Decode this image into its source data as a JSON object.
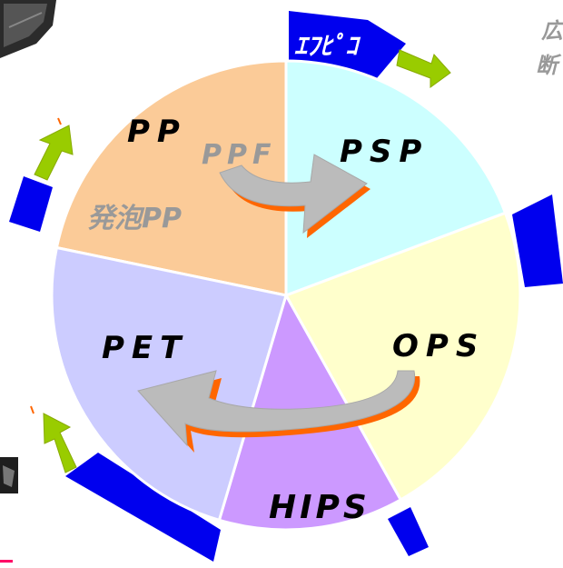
{
  "colors": {
    "pp": "#fbcb98",
    "psp": "#ccffff",
    "ops": "#ffffcc",
    "hips": "#cc99ff",
    "pet": "#ccccff",
    "arrow_gray": "#bbbbbb",
    "arrow_orange": "#ff6600",
    "band_blue": "#0000ee",
    "green_arrow": "#99cc00",
    "label_black": "#000000",
    "label_gray": "#999999",
    "label_pink": "#ff0066"
  },
  "segments": {
    "pp": "PP",
    "ppf": "PPF",
    "foam_pp": "発泡PP",
    "psp": "PSP",
    "ops": "OPS",
    "hips": "HIPS",
    "pet": "PET"
  },
  "top_band_label": "ｴﾌﾋﾟｺ",
  "side_text_lines": [
    "広",
    "断"
  ],
  "icons": {
    "cycle_arrow": "curved-arrow",
    "band_arrow": "green-arrow"
  }
}
